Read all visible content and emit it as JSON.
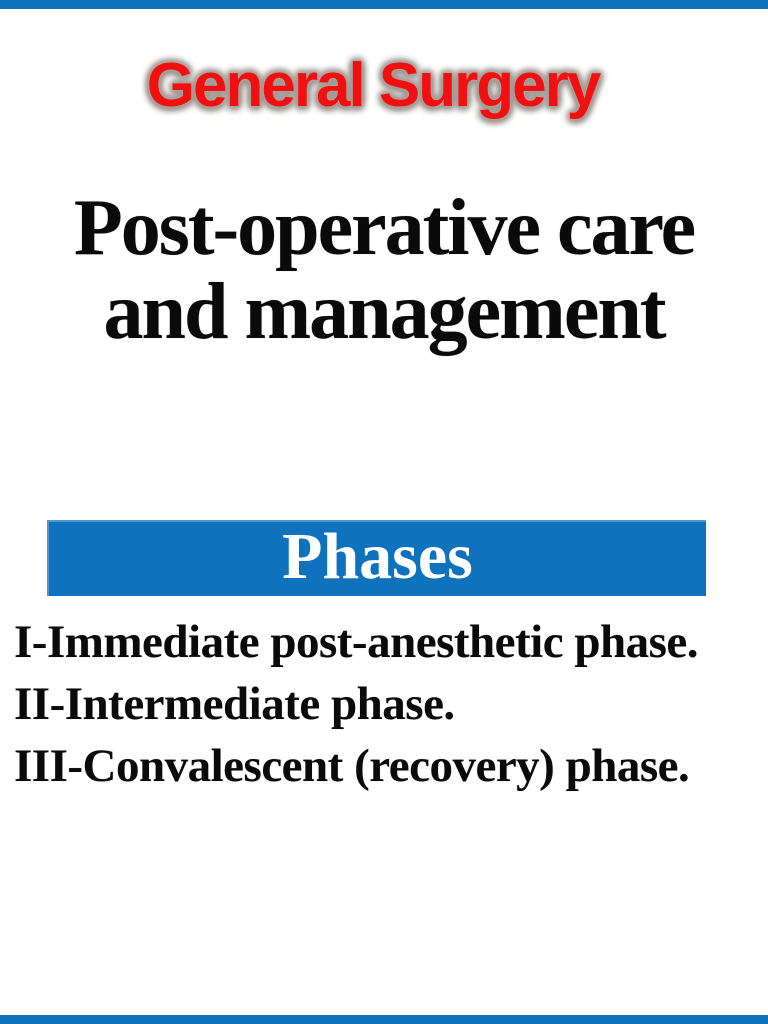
{
  "slide": {
    "background": "#ffffff",
    "edge_bar_color": "#0e72bd"
  },
  "header": {
    "text": "General Surgery",
    "color": "#f20f0f",
    "glow_color": "#a49c98"
  },
  "title": {
    "line1": "Post-operative care",
    "line2": "and management",
    "color": "#0a0a0a"
  },
  "banner": {
    "label": "Phases",
    "bg_color": "#0e72bd",
    "border_highlight_color": "#4e97d3",
    "text_color": "#ffffff"
  },
  "phases": {
    "items": [
      "I-Immediate post-anesthetic phase.",
      "II-Intermediate phase.",
      "III-Convalescent (recovery) phase."
    ],
    "color": "#0a0a0a"
  }
}
